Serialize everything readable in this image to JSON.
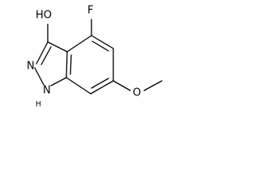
{
  "molecule": {
    "atom_labels": {
      "hydroxyl": "HO",
      "fluorine": "F",
      "nitrogen_2": "N",
      "nitrogen_1": "N",
      "nitrogen_1_h": "H",
      "methoxy_oxygen": "O"
    }
  }
}
